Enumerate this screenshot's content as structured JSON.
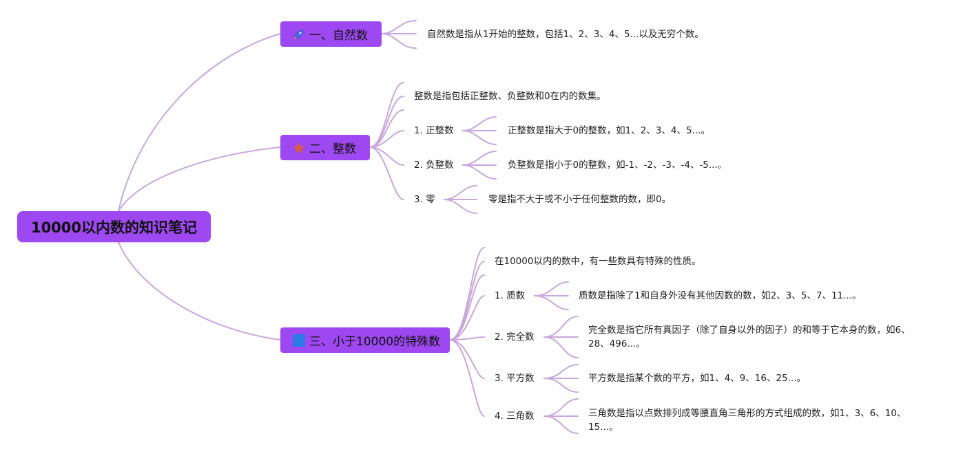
{
  "root": {
    "title": "10000以内数的知识笔记"
  },
  "branches": [
    {
      "title": "一、自然数",
      "icon": "rocket-icon",
      "children": [
        {
          "text": "自然数是指从1开始的整数，包括1、2、3、4、5...以及无穷个数。"
        }
      ]
    },
    {
      "title": "二、整数",
      "icon": "star-icon",
      "children": [
        {
          "text": "整数是指包括正整数、负整数和0在内的数集。"
        },
        {
          "label": "1. 正整数",
          "text": "正整数是指大于0的整数，如1、2、3、4、5...。"
        },
        {
          "label": "2. 负整数",
          "text": "负整数是指小于0的整数，如-1、-2、-3、-4、-5...。"
        },
        {
          "label": "3. 零",
          "text": "零是指不大于或不小于任何整数的数，即0。"
        }
      ]
    },
    {
      "title": "三、小于10000的特殊数",
      "icon": "square-icon",
      "children": [
        {
          "text": "在10000以内的数中，有一些数具有特殊的性质。"
        },
        {
          "label": "1. 质数",
          "text": "质数是指除了1和自身外没有其他因数的数，如2、3、5、7、11...。"
        },
        {
          "label": "2. 完全数",
          "text": "完全数是指它所有真因子（除了自身以外的因子）的和等于它本身的数，如6、28、496...。"
        },
        {
          "label": "3. 平方数",
          "text": "平方数是指某个数的平方，如1、4、9、16、25...。"
        },
        {
          "label": "4. 三角数",
          "text": "三角数是指以点数排列成等腰直角三角形的方式组成的数，如1、3、6、10、15...。"
        }
      ]
    }
  ],
  "colors": {
    "node_fill": "#9d48f0",
    "link": "#c9a6dd",
    "rocket": "#4a6de8",
    "star": "#e05a3c",
    "square": "#2a7be4"
  }
}
